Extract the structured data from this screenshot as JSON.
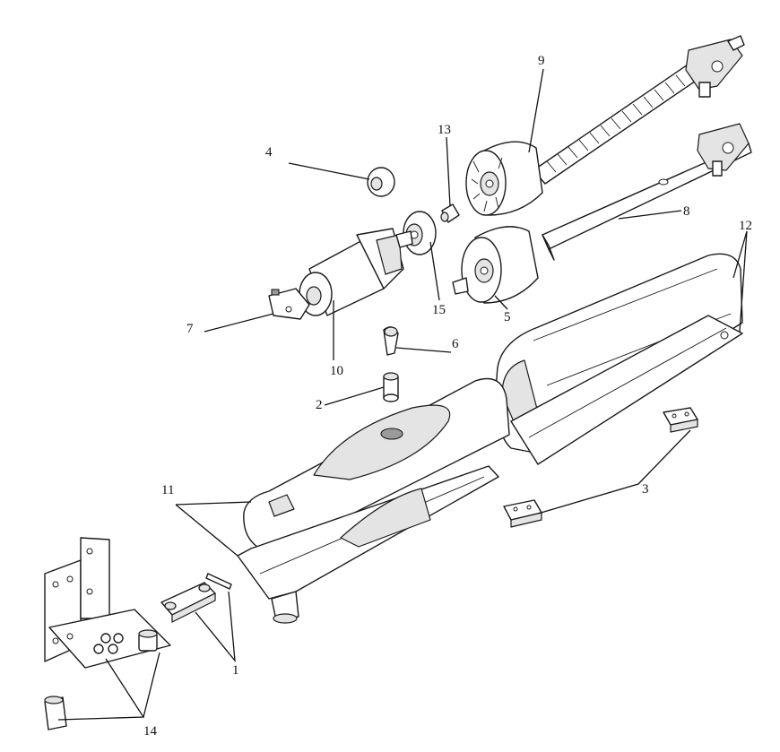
{
  "callouts": [
    {
      "id": "1",
      "label": "1"
    },
    {
      "id": "2",
      "label": "2"
    },
    {
      "id": "3",
      "label": "3"
    },
    {
      "id": "4",
      "label": "4"
    },
    {
      "id": "5",
      "label": "5"
    },
    {
      "id": "6",
      "label": "6"
    },
    {
      "id": "7",
      "label": "7"
    },
    {
      "id": "8",
      "label": "8"
    },
    {
      "id": "9",
      "label": "9"
    },
    {
      "id": "10",
      "label": "10"
    },
    {
      "id": "11",
      "label": "11"
    },
    {
      "id": "12",
      "label": "12"
    },
    {
      "id": "13",
      "label": "13"
    },
    {
      "id": "14",
      "label": "14"
    },
    {
      "id": "15",
      "label": "15"
    }
  ],
  "colors": {
    "line": "#1a1a1a",
    "shade": "#e4e4e4",
    "background": "#ffffff"
  }
}
